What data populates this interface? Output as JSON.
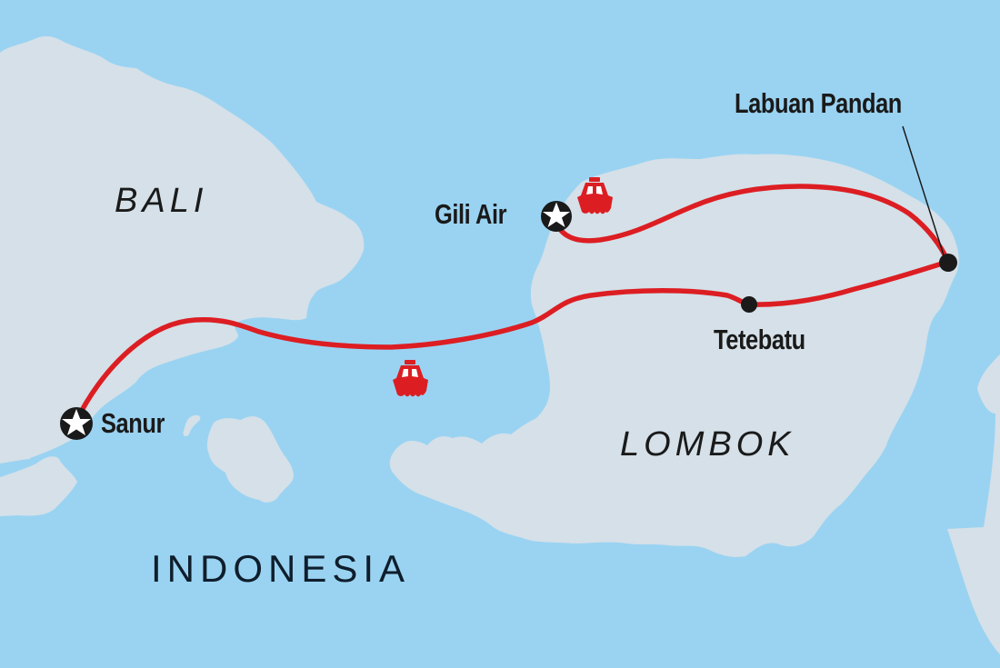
{
  "map": {
    "colors": {
      "water": "#9ad3f2",
      "land": "#d5e0e8",
      "route": "#dc1e23",
      "marker": "#1a1a1a",
      "star": "#ffffff",
      "boat": "#dc1e23"
    },
    "regions": [
      {
        "id": "bali",
        "label": "BALI"
      },
      {
        "id": "lombok",
        "label": "LOMBOK"
      }
    ],
    "country": {
      "label": "INDONESIA"
    },
    "places": [
      {
        "id": "sanur",
        "label": "Sanur",
        "marker": "star",
        "role": "start/end"
      },
      {
        "id": "gili-air",
        "label": "Gili Air",
        "marker": "star",
        "role": "start/end"
      },
      {
        "id": "tetebatu",
        "label": "Tetebatu",
        "marker": "dot"
      },
      {
        "id": "labuan-pandan",
        "label": "Labuan Pandan",
        "marker": "dot"
      }
    ],
    "transport_icons": [
      {
        "type": "boat-icon",
        "near": "Gili Air"
      },
      {
        "type": "boat-icon",
        "near": "Lombok Strait"
      }
    ]
  }
}
